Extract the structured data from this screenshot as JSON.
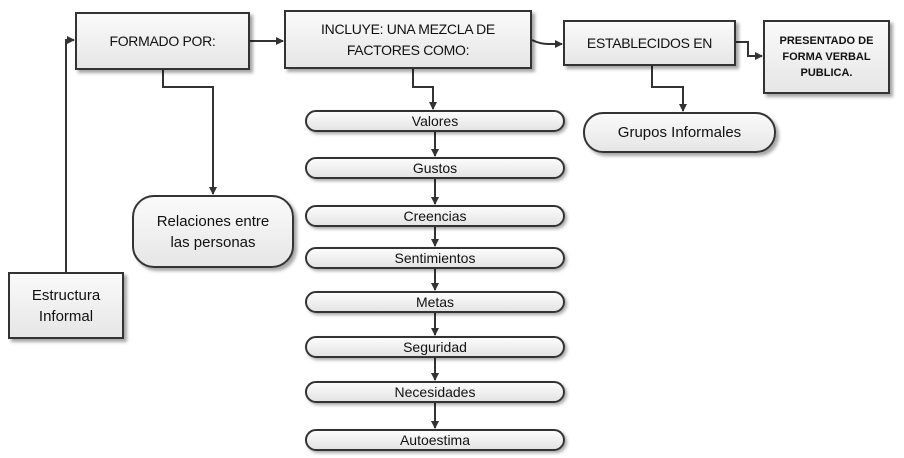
{
  "nodes": {
    "formado_por": "FORMADO POR:",
    "incluye_line1": "INCLUYE: UNA MEZCLA DE",
    "incluye_line2": "FACTORES COMO:",
    "establecidos": "ESTABLECIDOS EN",
    "presentado_line1": "PRESENTADO DE",
    "presentado_line2": "FORMA VERBAL",
    "presentado_line3": "PUBLICA.",
    "estructura_line1": "Estructura",
    "estructura_line2": "Informal",
    "relaciones_line1": "Relaciones entre",
    "relaciones_line2": "las personas",
    "grupos": "Grupos Informales"
  },
  "factores": [
    "Valores",
    "Gustos",
    "Creencias",
    "Sentimientos",
    "Metas",
    "Seguridad",
    "Necesidades",
    "Autoestima"
  ]
}
